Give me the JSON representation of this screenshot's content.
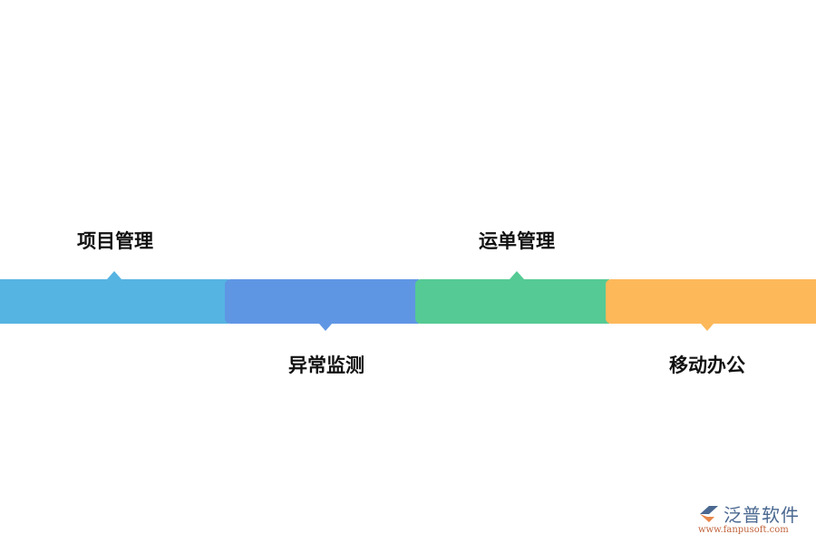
{
  "diagram": {
    "type": "horizontal-timeline",
    "steps": [
      {
        "label": "项目管理",
        "color": "#56b4e2",
        "position": "top"
      },
      {
        "label": "异常监测",
        "color": "#5f96e4",
        "position": "bottom"
      },
      {
        "label": "运单管理",
        "color": "#55ca94",
        "position": "top"
      },
      {
        "label": "移动办公",
        "color": "#fdb85a",
        "position": "bottom"
      }
    ]
  },
  "watermark": {
    "name": "泛普软件",
    "url": "www.fanpusoft.com"
  }
}
